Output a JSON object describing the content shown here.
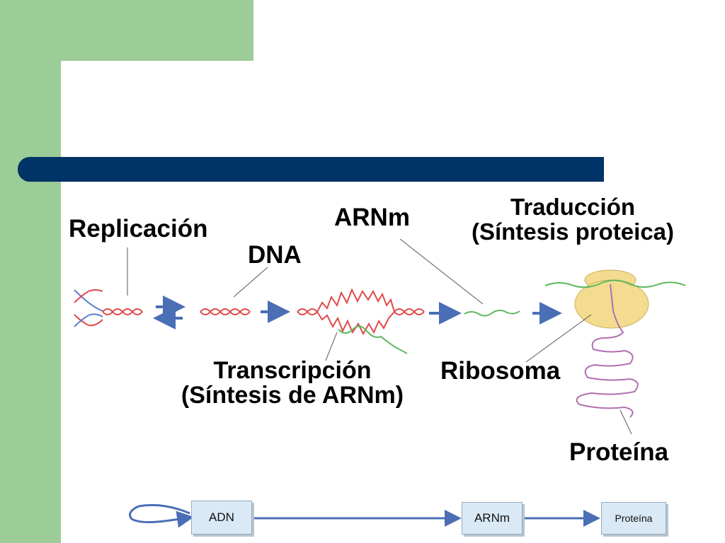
{
  "labels": {
    "replicacion": "Replicación",
    "dna": "DNA",
    "arnm": "ARNm",
    "traduccion_line1": "Traducción",
    "traduccion_line2": "(Síntesis proteica)",
    "transcripcion_line1": "Transcripción",
    "transcripcion_line2": "(Síntesis de ARNm)",
    "ribosoma": "Ribosoma",
    "proteina": "Proteína"
  },
  "flow": {
    "adn": "ADN",
    "arnm": "ARNm",
    "proteina": "Proteína"
  },
  "colors": {
    "sidebar": "#9ccc97",
    "title_bar": "#003366",
    "dna_strand_red": "#e04a4a",
    "dna_strand_blue": "#5a7fc8",
    "mrna_green": "#5cb85c",
    "ribosome": "#f3dc8f",
    "protein": "#b06fb0",
    "arrow": "#4a6fb5"
  }
}
